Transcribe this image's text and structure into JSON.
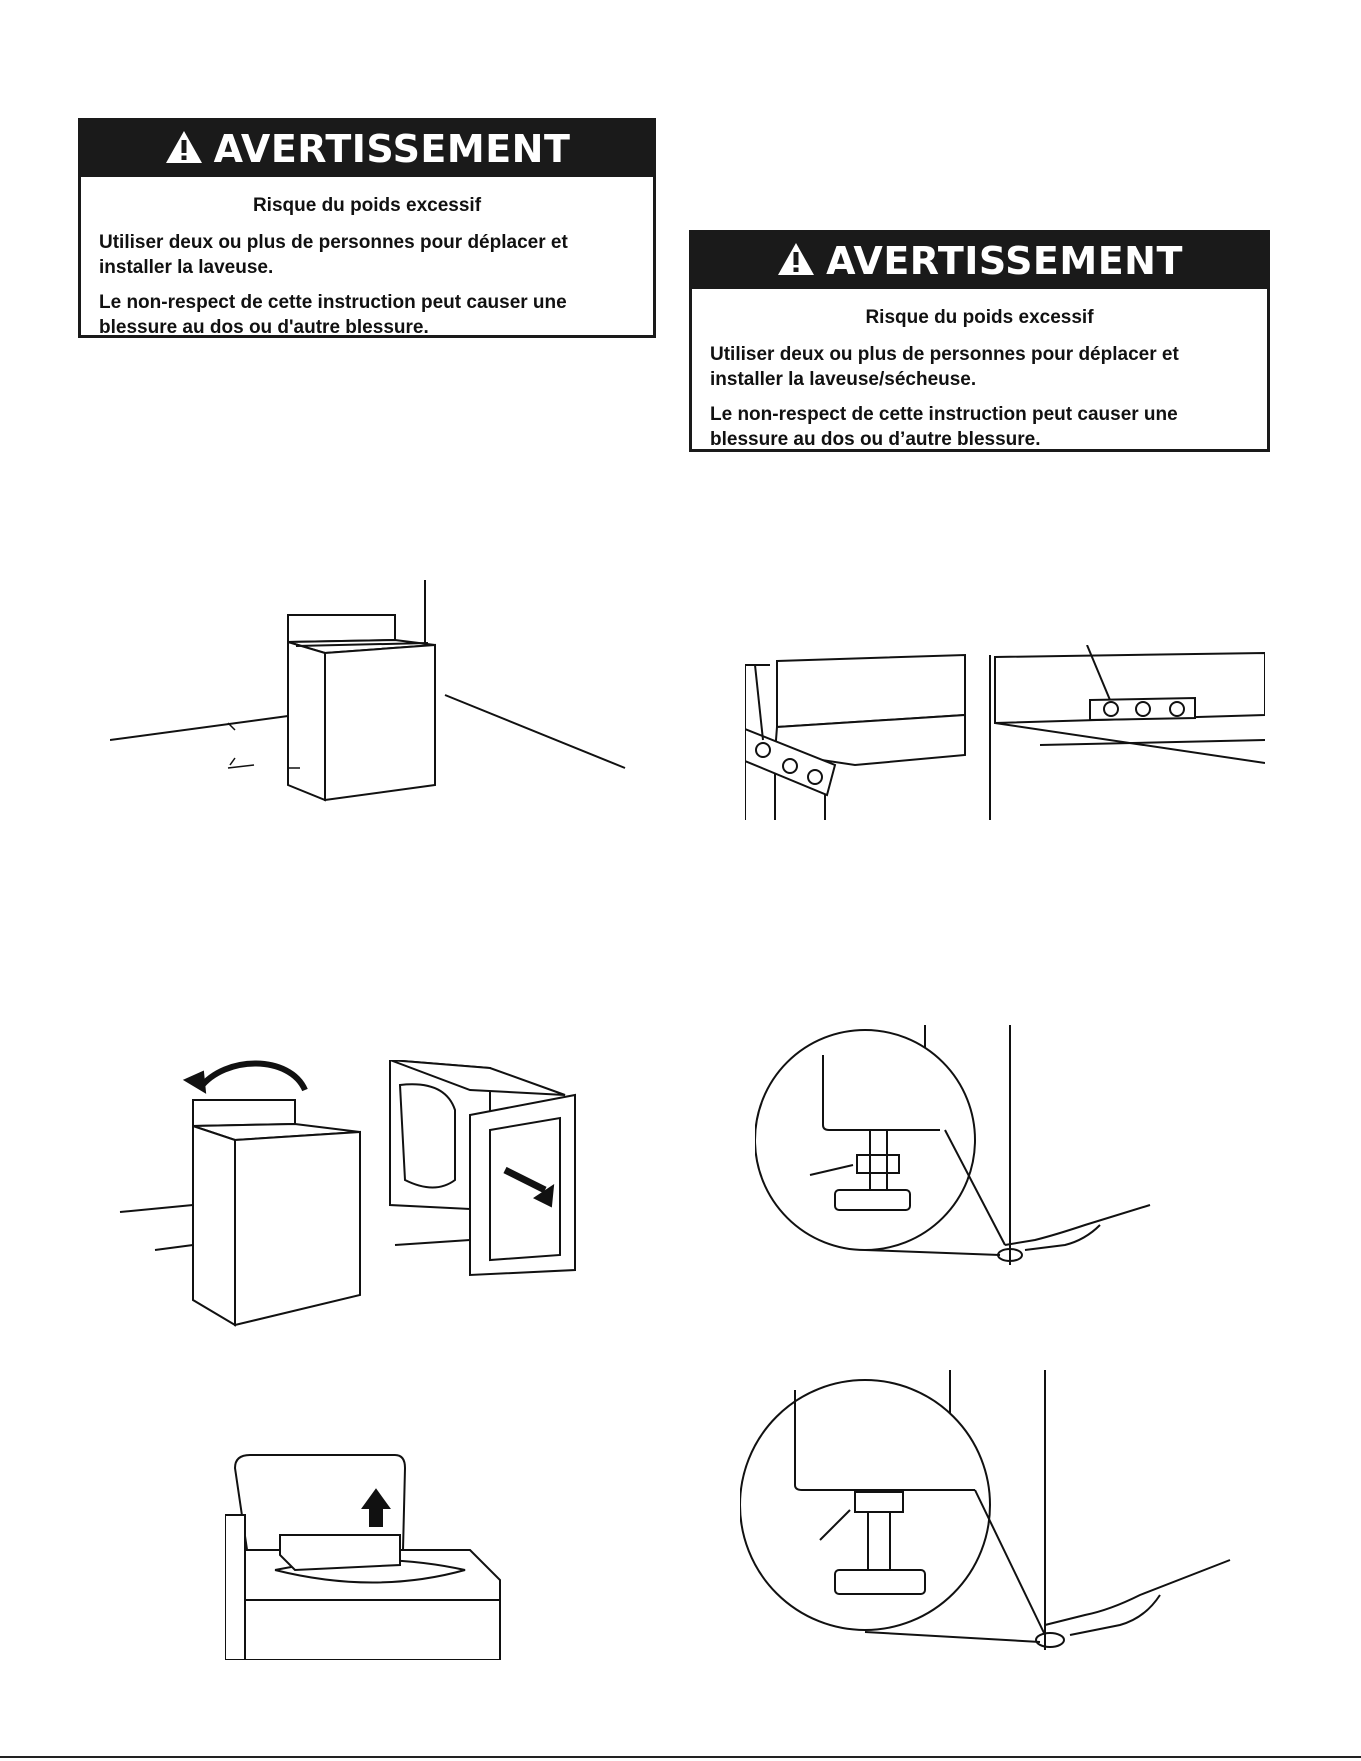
{
  "warnings": [
    {
      "title": "AVERTISSEMENT",
      "subtitle": "Risque du poids excessif",
      "line1": "Utiliser deux ou plus de personnes pour déplacer et installer la laveuse.",
      "line2": "Le non-respect de cette instruction peut causer une blessure au dos ou d'autre blessure."
    },
    {
      "title": "AVERTISSEMENT",
      "subtitle": "Risque du poids excessif",
      "line1": "Utiliser deux ou plus de personnes pour déplacer et installer la laveuse/sécheuse.",
      "line2": "Le non-respect de cette instruction peut causer une blessure au dos ou d’autre blessure."
    }
  ],
  "icons": {
    "warning": "warning-triangle-icon"
  }
}
